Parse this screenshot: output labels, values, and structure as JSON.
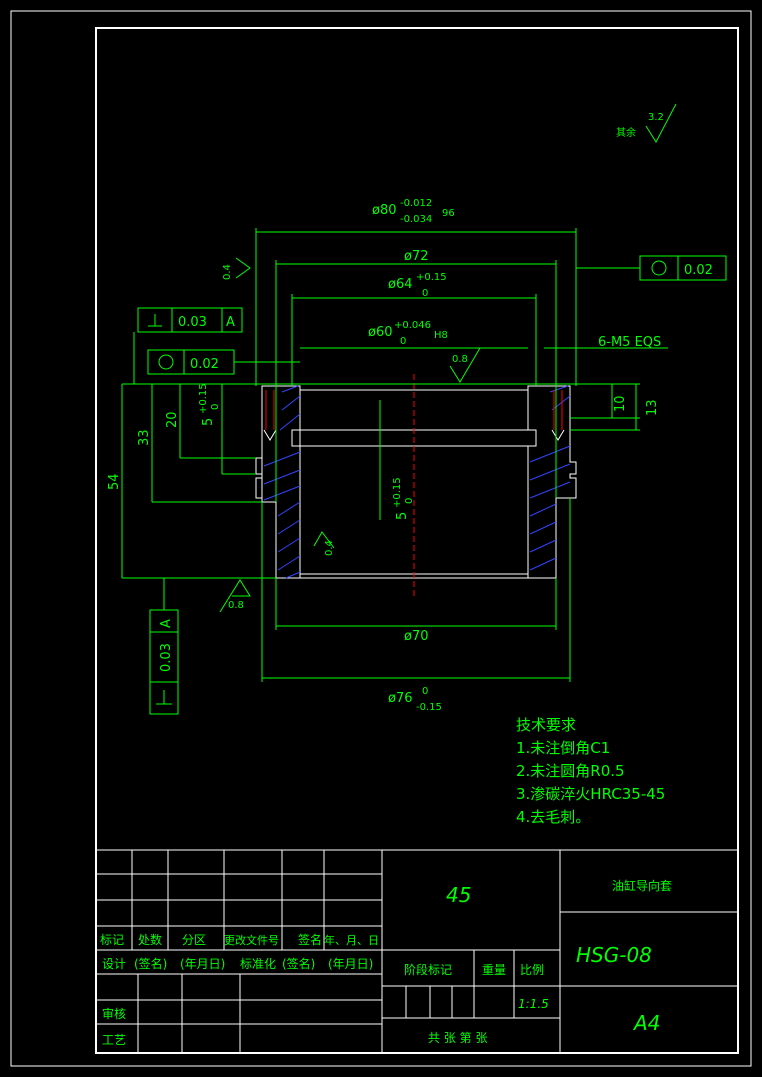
{
  "drawing": {
    "dims": {
      "d80": "ø80",
      "d80_tol_up": "-0.012",
      "d80_tol_low": "-0.034",
      "d80_suffix": "96",
      "d72": "ø72",
      "d64": "ø64",
      "d64_tol_up": "+0.15",
      "d64_tol_low": "0",
      "d60": "ø60",
      "d60_tol_up": "+0.046",
      "d60_tol_low": "0",
      "d60_fit": "H8",
      "d70": "ø70",
      "d76": "ø76",
      "d76_tol_up": "0",
      "d76_tol_low": "-0.15",
      "h10": "10",
      "h13": "13",
      "h20": "20",
      "h33": "33",
      "h54": "54",
      "h5a": "5",
      "h5a_tol_up": "+0.15",
      "h5a_tol_low": "0",
      "h5b": "5",
      "h5b_tol_up": "+0.15",
      "h5b_tol_low": "0",
      "thread": "6-M5 EQS"
    },
    "roughness": {
      "other": "3.2",
      "other_label": "其余",
      "r04_left": "0.4",
      "r08_inner": "0.8",
      "r04_mid": "0.4",
      "r08_bottom": "0.8"
    },
    "tolerance_frames": {
      "perp_top_value": "0.03",
      "perp_top_datum": "A",
      "circ_left_value": "0.02",
      "circ_right_value": "0.02",
      "perp_bottom_value": "0.03",
      "perp_bottom_datum": "A"
    }
  },
  "tech_requirements": {
    "title": "技术要求",
    "items": [
      "1.未注倒角C1",
      "2.未注圆角R0.5",
      "3.渗碳淬火HRC35-45",
      "4.去毛刺。"
    ]
  },
  "title_block": {
    "material": "45",
    "part_name": "油缸导向套",
    "drawing_no": "HSG-08",
    "sheet_size": "A4",
    "scale": "1:1.5",
    "row_revision": [
      "标记",
      "处数",
      "分区",
      "更改文件号",
      "签名",
      "年、月、日"
    ],
    "row_design": [
      "设计",
      "(签名)",
      "(年月日)",
      "标准化",
      "(签名)",
      "(年月日)"
    ],
    "stage_mark": "阶段标记",
    "weight": "重量",
    "scale_label": "比例",
    "review": "审核",
    "process": "工艺",
    "sheets": "共   张  第   张"
  }
}
